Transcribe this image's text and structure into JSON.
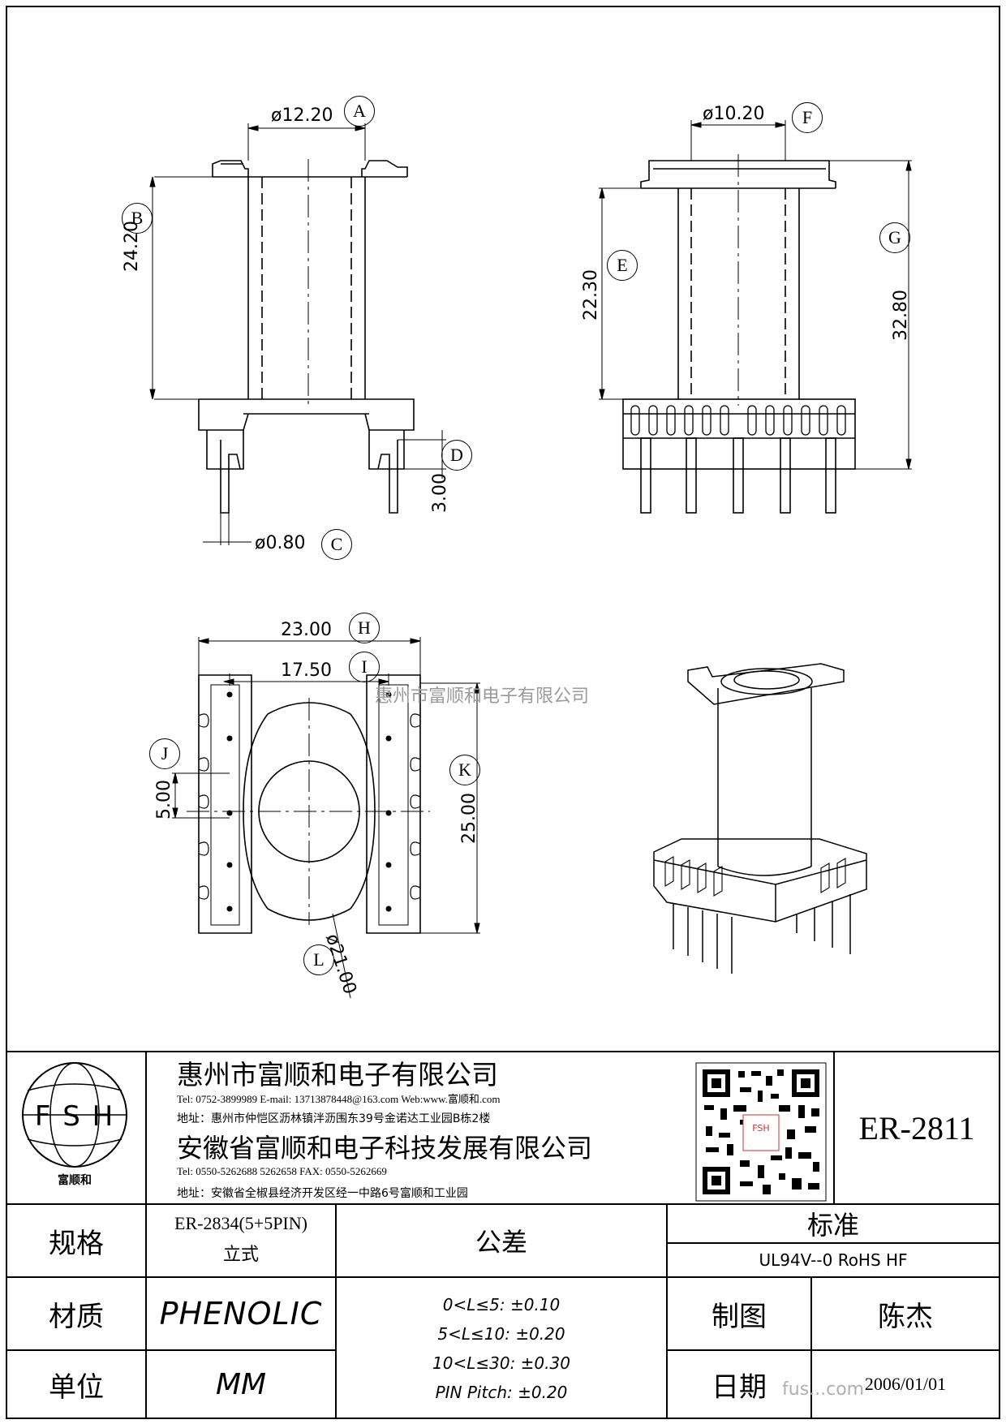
{
  "dimensions": {
    "a": {
      "value": "ø12.20",
      "tag": "A"
    },
    "b": {
      "value": "24.20",
      "tag": "B"
    },
    "c": {
      "value": "ø0.80",
      "tag": "C"
    },
    "d": {
      "value": "3.00",
      "tag": "D"
    },
    "e": {
      "value": "22.30",
      "tag": "E"
    },
    "f": {
      "value": "ø10.20",
      "tag": "F"
    },
    "g": {
      "value": "32.80",
      "tag": "G"
    },
    "h": {
      "value": "23.00",
      "tag": "H"
    },
    "i": {
      "value": "17.50",
      "tag": "I"
    },
    "j": {
      "value": "5.00",
      "tag": "J"
    },
    "k": {
      "value": "25.00",
      "tag": "K"
    },
    "l": {
      "value": "ø21.00",
      "tag": "L"
    }
  },
  "watermark_center": "惠州市富顺和电子有限公司",
  "watermark_corner": "fus...com",
  "company": {
    "logo_letters": "F S H",
    "logo_name": "富顺和",
    "name1": "惠州市富顺和电子有限公司",
    "contact1": "Tel: 0752-3899989 E-mail: 13713878448@163.com Web:www.富顺和.com",
    "address1": "地址：惠州市仲恺区沥林镇泮沥围东39号金诺达工业园B栋2楼",
    "name2": "安徽省富顺和电子科技发展有限公司",
    "contact2": "Tel: 0550-5262688 5262658 FAX: 0550-5262669",
    "address2": "地址：安徽省全椒县经济开发区经一中路6号富顺和工业园",
    "qr_label": "FSH"
  },
  "part_number": "ER-2811",
  "table": {
    "spec_label": "规格",
    "spec_value": "ER-2834(5+5PIN)",
    "spec_value2": "立式",
    "tolerance_label": "公差",
    "tolerances": [
      "0<L≤5: ±0.10",
      "5<L≤10: ±0.20",
      "10<L≤30: ±0.30",
      "PIN Pitch: ±0.20"
    ],
    "standard_label": "标准",
    "standard_value": "UL94V--0  RoHS HF",
    "material_label": "材质",
    "material_value": "PHENOLIC",
    "drawn_label": "制图",
    "drawn_value": "陈杰",
    "unit_label": "单位",
    "unit_value": "MM",
    "date_label": "日期",
    "date_value": "2006/01/01"
  }
}
